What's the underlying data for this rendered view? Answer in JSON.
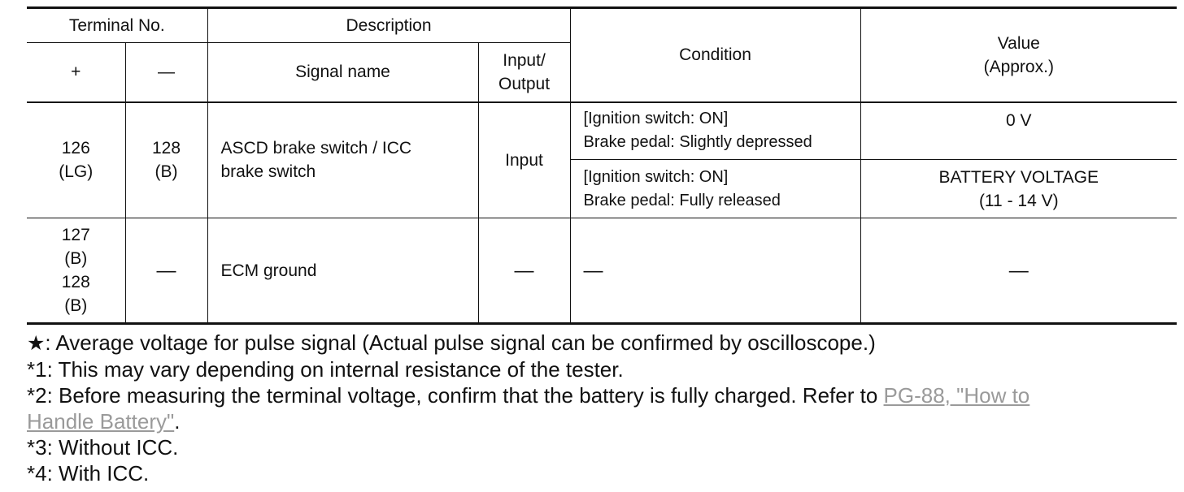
{
  "table": {
    "headers": {
      "terminal_no": "Terminal No.",
      "description": "Description",
      "condition": "Condition",
      "value": "Value",
      "value_sub": "(Approx.)",
      "plus": "+",
      "minus": "—",
      "signal_name": "Signal name",
      "input_output_1": "Input/",
      "input_output_2": "Output"
    },
    "rows": [
      {
        "plus_1": "126",
        "plus_2": "(LG)",
        "minus_1": "128",
        "minus_2": "(B)",
        "signal_1": "ASCD brake switch / ICC",
        "signal_2": "brake switch",
        "io": "Input",
        "conditions": [
          {
            "line1": "[Ignition switch: ON]",
            "line2": "Brake pedal: Slightly depressed",
            "value1": "0 V",
            "value2": ""
          },
          {
            "line1": "[Ignition switch: ON]",
            "line2": "Brake pedal: Fully released",
            "value1": "BATTERY VOLTAGE",
            "value2": "(11 - 14 V)"
          }
        ]
      },
      {
        "plus_1": "127",
        "plus_2": "(B)",
        "plus_3": "128",
        "plus_4": "(B)",
        "minus": "—",
        "signal": "ECM ground",
        "io": "—",
        "condition": "—",
        "value": "—"
      }
    ]
  },
  "notes": {
    "star_symbol": "★",
    "star_text": ": Average voltage for pulse signal (Actual pulse signal can be confirmed by oscilloscope.)",
    "note1": "*1: This may vary depending on internal resistance of the tester.",
    "note2_prefix": "*2: Before measuring the terminal voltage, confirm that the battery is fully charged. Refer to ",
    "note2_link_a": "PG-88, \"How to",
    "note2_link_b": "Handle Battery\"",
    "note2_suffix": ".",
    "note3": "*3: Without ICC.",
    "note4": "*4: With ICC."
  }
}
